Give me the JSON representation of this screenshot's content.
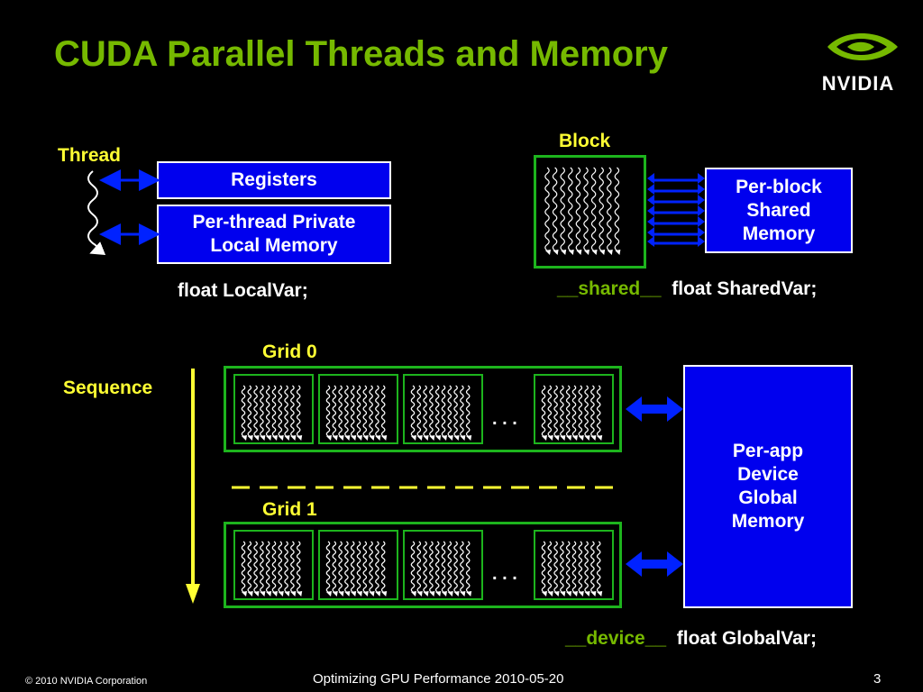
{
  "title": "CUDA Parallel Threads and Memory",
  "logo": {
    "text": "NVIDIA"
  },
  "thread_section": {
    "thread_label": "Thread",
    "registers_label": "Registers",
    "local_memory_label": "Per-thread Private\nLocal Memory",
    "code": "float  LocalVar;"
  },
  "block_section": {
    "block_label": "Block",
    "shared_memory_label": "Per-block\nShared\nMemory",
    "code_keyword": "__shared__",
    "code_rest": "float SharedVar;"
  },
  "grid_section": {
    "sequence_label": "Sequence",
    "grid0_label": "Grid 0",
    "grid1_label": "Grid 1",
    "ellipsis": ". . .",
    "global_memory_label": "Per-app\nDevice\nGlobal\nMemory",
    "code_keyword": "__device__",
    "code_rest": "float GlobalVar;"
  },
  "footer": {
    "copyright": "©  2010 NVIDIA Corporation",
    "center": "Optimizing GPU Performance    2010-05-20",
    "page_number": "3"
  },
  "colors": {
    "title_green": "#76b900",
    "label_yellow": "#ffff33",
    "memory_blue": "#0000ee",
    "block_green": "#1db41d",
    "arrow_blue": "#0022ff"
  }
}
